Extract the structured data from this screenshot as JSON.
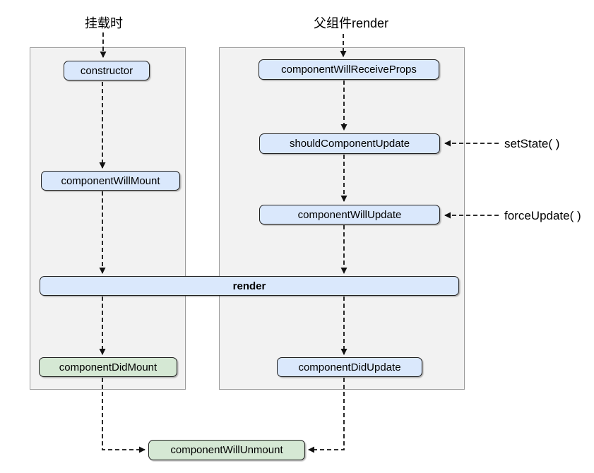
{
  "labels": {
    "mount_phase": "挂载时",
    "parent_render": "父组件render",
    "set_state": "setState( )",
    "force_update": "forceUpdate( )"
  },
  "nodes": {
    "constructor": "constructor",
    "component_will_mount": "componentWillMount",
    "component_did_mount": "componentDidMount",
    "component_will_receive_props": "componentWillReceiveProps",
    "should_component_update": "shouldComponentUpdate",
    "component_will_update": "componentWillUpdate",
    "render": "render",
    "component_did_update": "componentDidUpdate",
    "component_will_unmount": "componentWillUnmount"
  },
  "colors": {
    "node_blue_fill": "#dae8fc",
    "node_green_fill": "#d5e8d4",
    "node_border": "#1f1f1f",
    "panel_fill": "#f2f2f2",
    "panel_border": "#9b9b9b",
    "arrow": "#111111",
    "background": "#ffffff"
  }
}
